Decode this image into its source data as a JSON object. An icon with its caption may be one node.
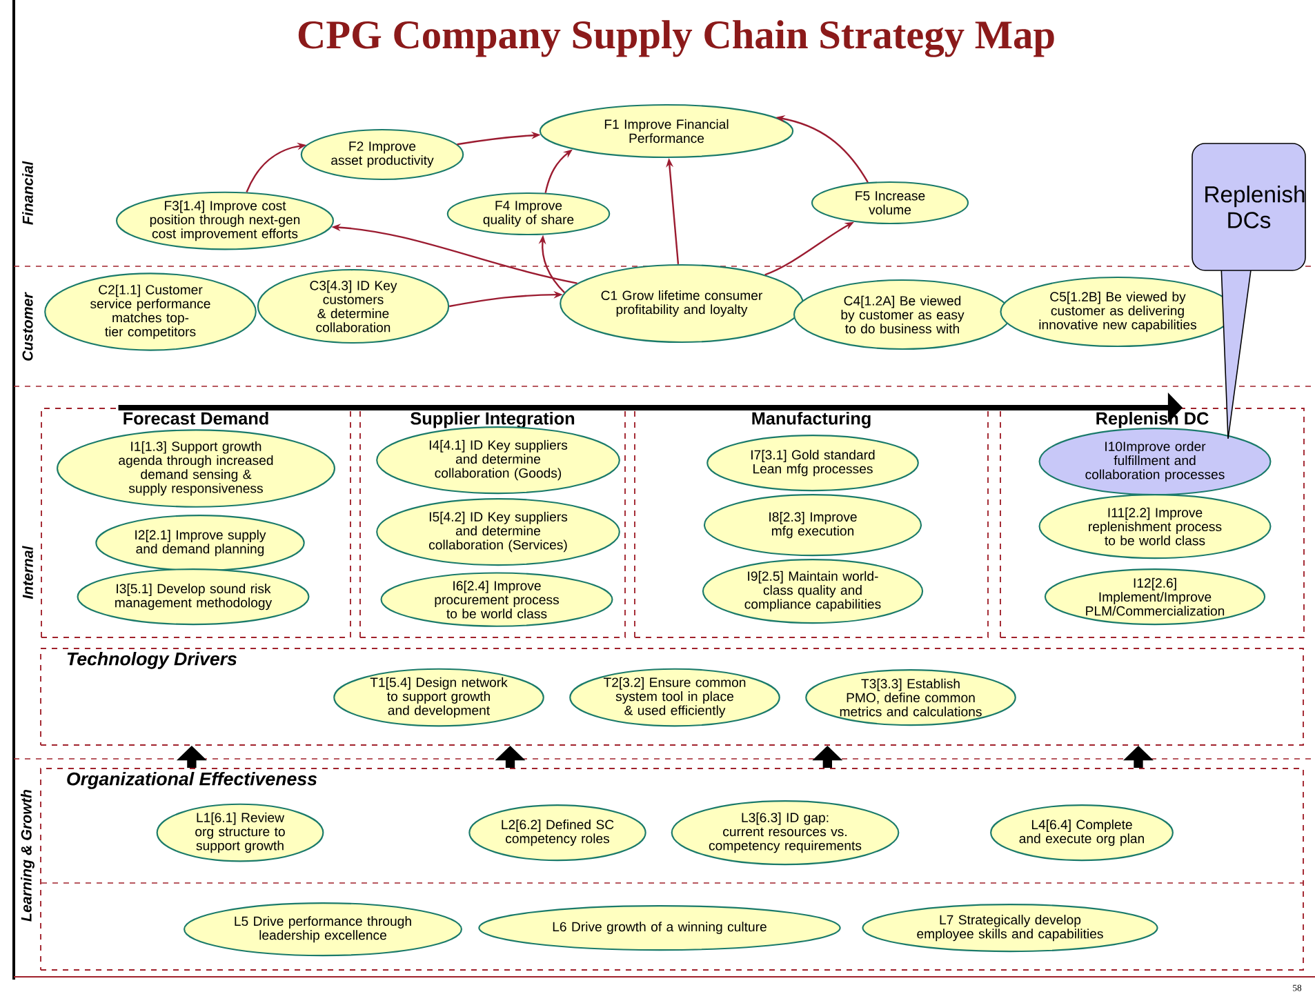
{
  "diagram": {
    "title": "CPG Company Supply Chain Strategy Map",
    "nodes": [
      {
        "text": [
          "F1 Improve Financial Performance"
        ]
      },
      {
        "text": [
          "F2 Improve asset productivity"
        ]
      },
      {
        "text": [
          "F3[1.4] Improve cost position through next-gen cost improvement efforts"
        ]
      },
      {
        "text": [
          "F4 Improve quality of share"
        ]
      },
      {
        "text": [
          "F5 Increase volume"
        ]
      },
      {
        "text": [
          "C1 Grow lifetime consumer profitability and loyalty"
        ]
      },
      {
        "text": [
          "C2[1.1] Customer service performance matches top-tier competitors"
        ]
      },
      {
        "text": [
          "C3[4.3] ID Key customers & determine collaboration"
        ]
      },
      {
        "text": [
          "C4[1.2A] Be viewed by customer as easy to do business with"
        ]
      },
      {
        "text": [
          "C5[1.2B] Be viewed by customer as delivering innovative new capabilities"
        ]
      },
      {
        "text": [
          "Forecast Demand"
        ]
      },
      {
        "text": [
          "I1[1.3] Support growth agenda through increased demand sensing & supply responsiveness"
        ],
        "in": 10
      },
      {
        "text": [
          "I2[2.1] Improve supply and demand planning"
        ],
        "in": 10
      },
      {
        "text": [
          "I3[5.1] Develop sound risk management methodology"
        ],
        "in": 10
      },
      {
        "text": [
          "Supplier Integration"
        ]
      },
      {
        "text": [
          "I4[4.1] ID Key suppliers and determine collaboration (Goods)"
        ],
        "in": 14
      },
      {
        "text": [
          "I5[4.2] ID Key suppliers and determine collaboration (Services)"
        ],
        "in": 14
      },
      {
        "text": [
          "I6[2.4] Improve procurement process to be world class"
        ],
        "in": 14
      },
      {
        "text": [
          "Manufacturing"
        ]
      },
      {
        "text": [
          "I7[3.1] Gold standard Lean mfg processes"
        ],
        "in": 18
      },
      {
        "text": [
          "I8[2.3] Improve mfg execution"
        ],
        "in": 18
      },
      {
        "text": [
          "I9[2.5] Maintain world-class quality and compliance capabilities"
        ],
        "in": 18
      },
      {
        "text": [
          "Replenish DC"
        ]
      },
      {
        "text": [
          "I10Improve order fulfillment and collaboration processes"
        ],
        "in": 22
      },
      {
        "text": [
          "I11[2.2] Improve replenishment process to be world class"
        ],
        "in": 22
      },
      {
        "text": [
          "I12[2.6] Implement/Improve PLM/Commercialization"
        ],
        "in": 22
      },
      {
        "text": [
          "Technology Drivers"
        ]
      },
      {
        "text": [
          "T1[5.4] Design network to support growth and development"
        ],
        "in": 26
      },
      {
        "text": [
          "T2[3.2] Ensure common system tool in place & used efficiently"
        ],
        "in": 26
      },
      {
        "text": [
          "T3[3.3] Establish PMO, define common metrics and calculations"
        ],
        "in": 26
      },
      {
        "text": [
          "Organizational Effectiveness"
        ]
      },
      {
        "text": [
          "L1[6.1] Review org structure to support growth"
        ],
        "in": 30
      },
      {
        "text": [
          "L2[6.2] Defined SC competency roles"
        ],
        "in": 30
      },
      {
        "text": [
          "L3[6.3] ID gap: current resources vs. competency requirements"
        ],
        "in": 30
      },
      {
        "text": [
          "L4[6.4] Complete and execute org plan"
        ],
        "in": 30
      },
      {
        "text": [
          "L5 Drive performance through leadership excellence"
        ],
        "in": 30
      },
      {
        "text": [
          "L6 Drive growth of a winning culture"
        ],
        "in": 30
      },
      {
        "text": [
          "L7 Strategically develop employee skills and capabilities"
        ],
        "in": 30
      },
      {
        "text": [
          "Replenish DCs"
        ]
      }
    ],
    "edges": [
      {
        "from": 5,
        "to": 0,
        "arrow": "to"
      },
      {
        "from": 5,
        "to": 3,
        "arrow": "to"
      },
      {
        "from": 5,
        "to": 2,
        "arrow": "to"
      },
      {
        "from": 5,
        "to": 4,
        "arrow": "to"
      },
      {
        "from": 7,
        "to": 5,
        "arrow": "to"
      },
      {
        "from": 2,
        "to": 1,
        "arrow": "to"
      },
      {
        "from": 1,
        "to": 0,
        "arrow": "to"
      },
      {
        "from": 3,
        "to": 0,
        "arrow": "to"
      },
      {
        "from": 4,
        "to": 0,
        "arrow": "to"
      },
      {
        "from": 10,
        "to": 22,
        "arrow": "to",
        "style": "thick",
        "color": "#000000"
      },
      {
        "from": 30,
        "to": 26,
        "arrow": "to",
        "style": "thick",
        "color": "#000000"
      },
      {
        "from": 30,
        "to": 26,
        "arrow": "to",
        "style": "thick",
        "color": "#000000"
      },
      {
        "from": 30,
        "to": 26,
        "arrow": "to",
        "style": "thick",
        "color": "#000000"
      },
      {
        "from": 30,
        "to": 26,
        "arrow": "to",
        "style": "thick",
        "color": "#000000"
      }
    ],
    "labels": [
      "Financial",
      "Customer",
      "Internal",
      "Learning & Growth",
      "58"
    ]
  }
}
